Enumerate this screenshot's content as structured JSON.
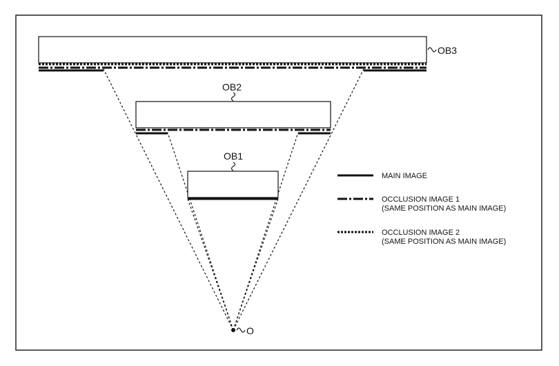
{
  "labels": {
    "ob1": "OB1",
    "ob2": "OB2",
    "ob3": "OB3",
    "origin": "O"
  },
  "legend": {
    "main_image": "MAIN IMAGE",
    "occlusion1_line1": "OCCLUSION IMAGE 1",
    "occlusion1_line2": "(SAME POSITION AS MAIN IMAGE)",
    "occlusion2_line1": "OCCLUSION IMAGE 2",
    "occlusion2_line2": "(SAME POSITION AS MAIN IMAGE)"
  },
  "colors": {
    "ink": "#111111",
    "frame": "#222222",
    "background": "#ffffff"
  }
}
